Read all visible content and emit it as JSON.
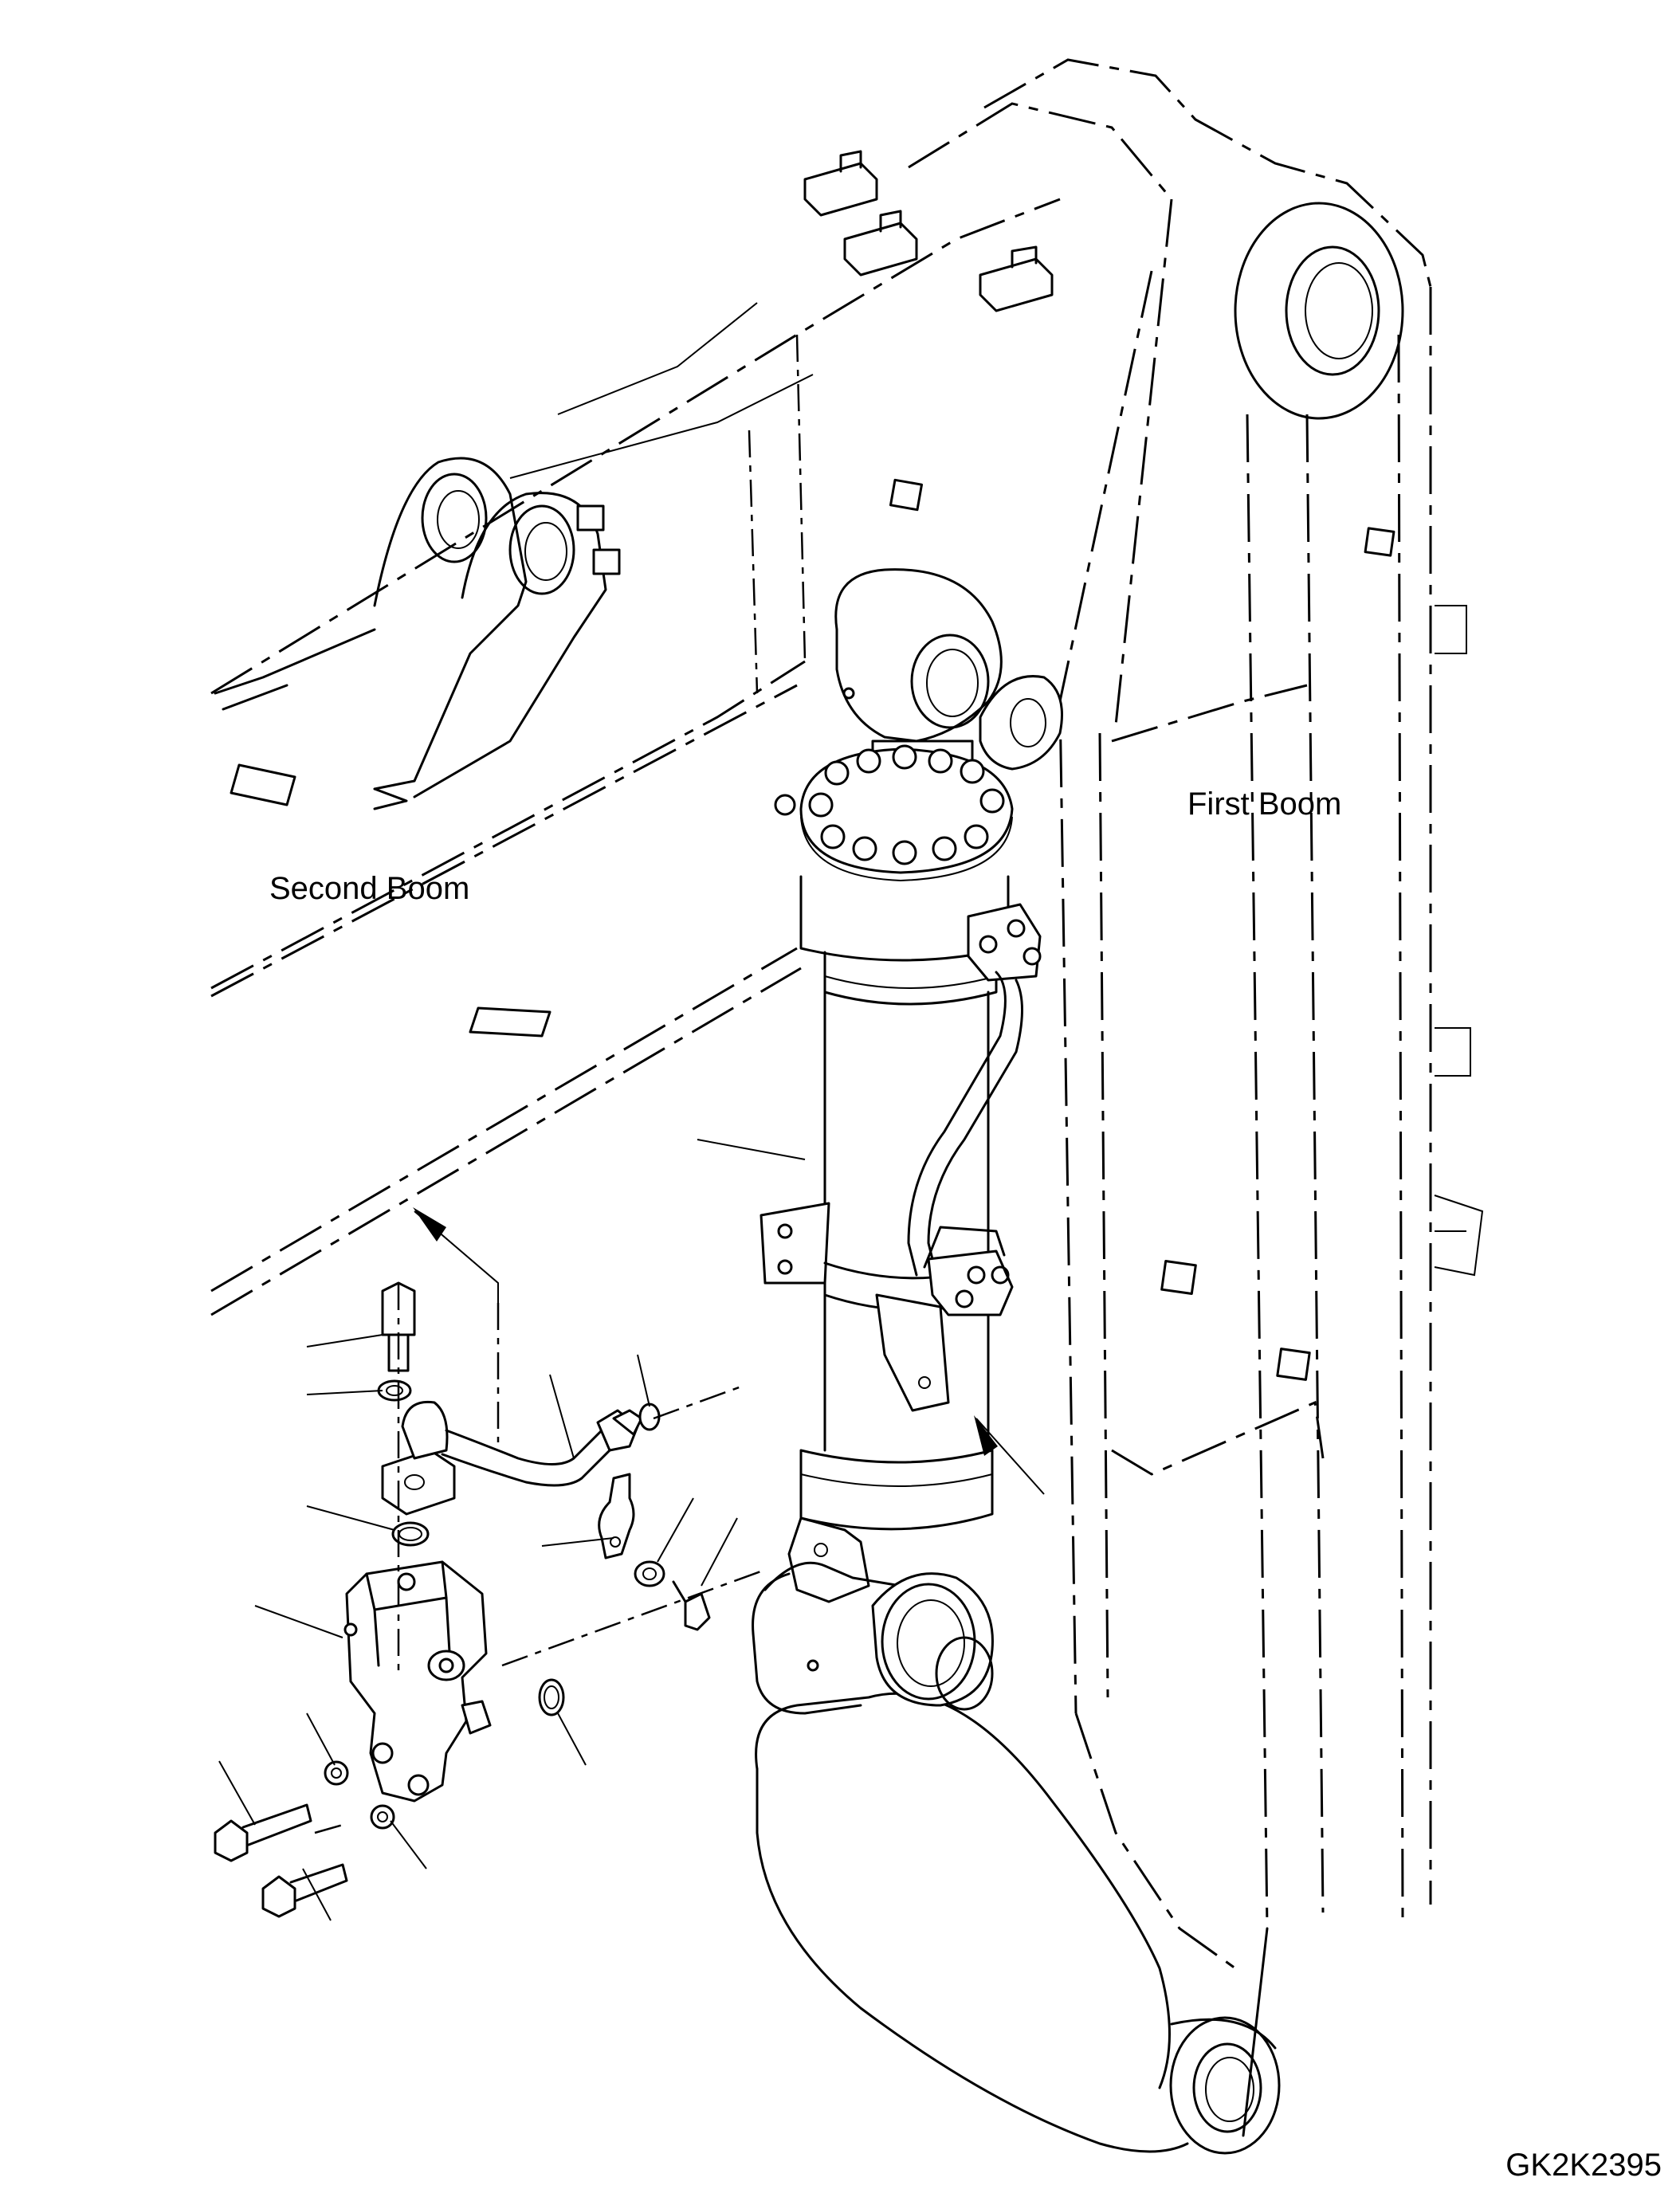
{
  "labels": {
    "second_boom": "Second Boom",
    "first_boom": "First Boom",
    "drawing_code": "GK2K2395"
  }
}
